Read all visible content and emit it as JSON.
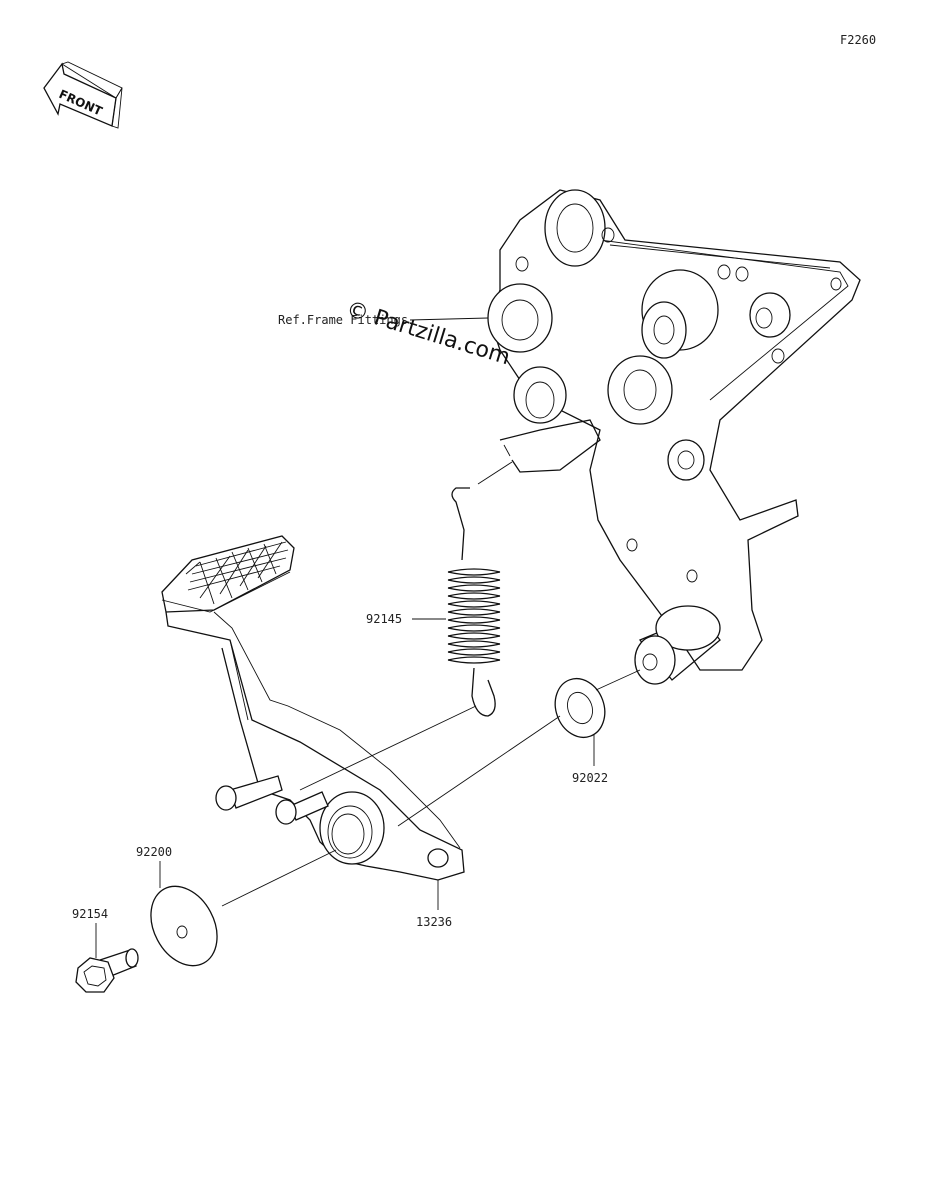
{
  "diagram": {
    "code": "F2260",
    "front_label": "FRONT",
    "ref_label": "Ref.Frame Fittings",
    "watermark": "© Partzilla.com",
    "parts": [
      {
        "number": "92145"
      },
      {
        "number": "92022"
      },
      {
        "number": "92200"
      },
      {
        "number": "13236"
      },
      {
        "number": "92154"
      }
    ]
  }
}
